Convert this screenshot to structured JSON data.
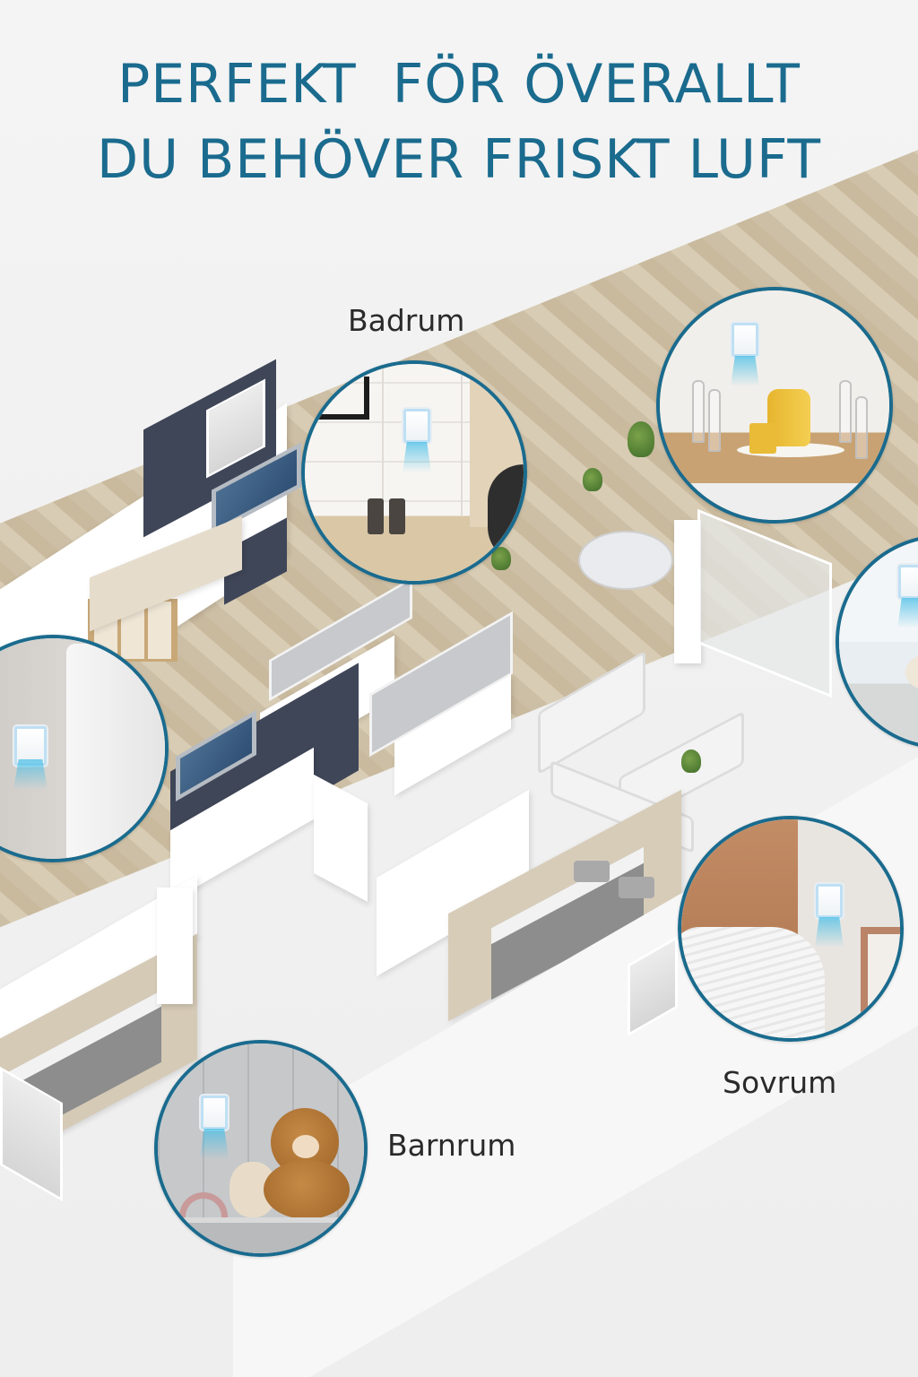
{
  "headline": {
    "line1": "PERFEKT  FÖR ÖVERALLT",
    "line2": "DU BEHÖVER FRISKT LUFT",
    "color": "#1a6b8e"
  },
  "callouts": [
    {
      "id": "badrum",
      "label": "Badrum",
      "scene": "bathroom-vanity"
    },
    {
      "id": "matplats",
      "label": "",
      "scene": "dining-table"
    },
    {
      "id": "vardagsrum",
      "label": "",
      "scene": "living-room-partial"
    },
    {
      "id": "toalett",
      "label": "",
      "scene": "toilet"
    },
    {
      "id": "sovrum",
      "label": "Sovrum",
      "scene": "bedroom"
    },
    {
      "id": "barnrum",
      "label": "Barnrum",
      "scene": "kids-room"
    }
  ],
  "colors": {
    "accent_border": "#1a6b8e",
    "label_text": "#2a2a2a",
    "airflow": "#48bee6",
    "background": "#f2f2f2"
  },
  "icons": {
    "device": "air-purifier-device-icon",
    "airflow": "airflow-icon"
  }
}
